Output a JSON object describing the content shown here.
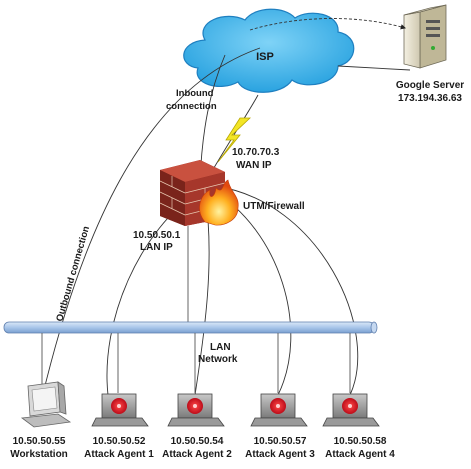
{
  "isp": {
    "label": "ISP"
  },
  "google_server": {
    "name": "Google Server",
    "ip": "173.194.36.63"
  },
  "inbound": {
    "line1": "Inbound",
    "line2": "connection"
  },
  "wan": {
    "ip": "10.70.70.3",
    "label": "WAN IP"
  },
  "firewall": {
    "label": "UTM/Firewall"
  },
  "lan_ip": {
    "ip": "10.50.50.1",
    "label": "LAN IP"
  },
  "outbound": {
    "label": "Outbound connection"
  },
  "lan_network": {
    "line1": "LAN",
    "line2": "Network"
  },
  "hosts": [
    {
      "ip": "10.50.50.55",
      "name": "Workstation"
    },
    {
      "ip": "10.50.50.52",
      "name": "Attack Agent 1"
    },
    {
      "ip": "10.50.50.54",
      "name": "Attack Agent 2"
    },
    {
      "ip": "10.50.50.57",
      "name": "Attack Agent 3"
    },
    {
      "ip": "10.50.50.58",
      "name": "Attack Agent 4"
    }
  ],
  "colors": {
    "cloud": "#3fb6ee",
    "lan_bus": "#a9c6ea",
    "brick": "#b0382b",
    "agent_screen": "#d4101a",
    "lightning": "#f3e526"
  }
}
